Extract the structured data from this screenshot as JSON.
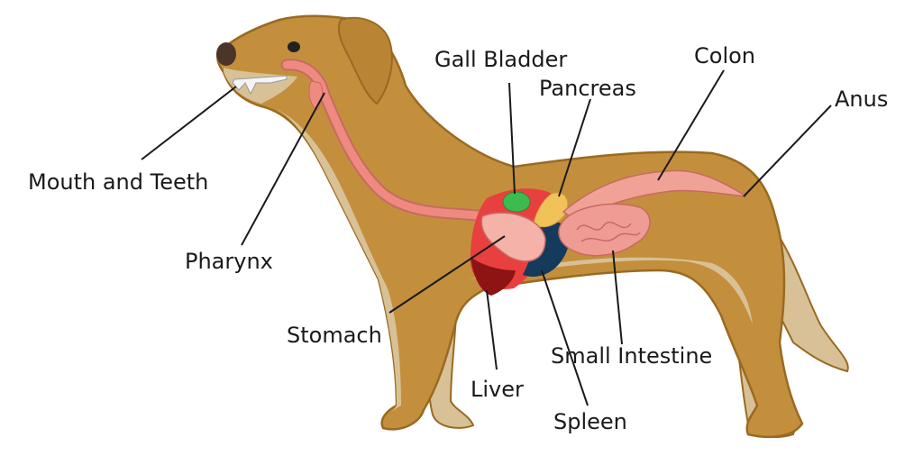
{
  "labels": {
    "mouth": "Mouth and Teeth",
    "pharynx": "Pharynx",
    "stomach": "Stomach",
    "gall_bladder": "Gall Bladder",
    "pancreas": "Pancreas",
    "colon": "Colon",
    "anus": "Anus",
    "small_intestine": "Small Intestine",
    "liver": "Liver",
    "spleen": "Spleen"
  },
  "colors": {
    "fur": "#C38F3C",
    "fur_outline": "#9A6A22",
    "cream": "#D8C196",
    "tract": "#EE8A80",
    "stomach": "#F4B2A8",
    "liver": "#E8403F",
    "liver_dark": "#8E1414",
    "spleen": "#143A5C",
    "gall_bladder": "#3DBB4E",
    "pancreas": "#F2C25A",
    "intestine": "#EF9C94"
  }
}
